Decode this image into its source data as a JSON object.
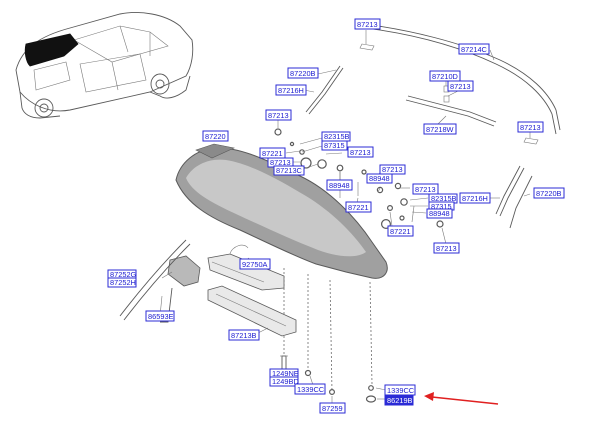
{
  "labels": {
    "l87213_top": "87213",
    "l87214c": "87214C",
    "l87220b_l": "87220B",
    "l87210d": "87210D",
    "l87213_b": "87213",
    "l87216h_l": "87216H",
    "l87213_c": "87213",
    "l87218w": "87218W",
    "l87213_r": "87213",
    "l87220": "87220",
    "l82315b_l": "82315B",
    "l87315_l": "87315",
    "l87221_a": "87221",
    "l87213_d": "87213",
    "l87213_e": "87213",
    "l87213c": "87213C",
    "l87213_f": "87213",
    "l88948_l": "88948",
    "l88948_m": "88948",
    "l87213_g": "87213",
    "l82315b_r": "82315B",
    "l87315_r": "87315",
    "l88948_r": "88948",
    "l87216h_r": "87216H",
    "l87220b_r": "87220B",
    "l87221_b": "87221",
    "l87221_c": "87221",
    "l87213_h": "87213",
    "l92750a": "92750A",
    "l87252g": "87252G",
    "l87252h": "87252H",
    "l86593e": "86593E",
    "l87213b": "87213B",
    "l1249ne": "1249NE",
    "l1249bd": "1249BD",
    "l1339cc_l": "1339CC",
    "l87259": "87259",
    "l1339cc_r": "1339CC",
    "l86219b": "86219B"
  },
  "highlight": "l86219b",
  "colors": {
    "label_border": "#2b2bd6",
    "label_text": "#1a1ad0",
    "arrow": "#e02020",
    "line": "#5a5a5a"
  }
}
